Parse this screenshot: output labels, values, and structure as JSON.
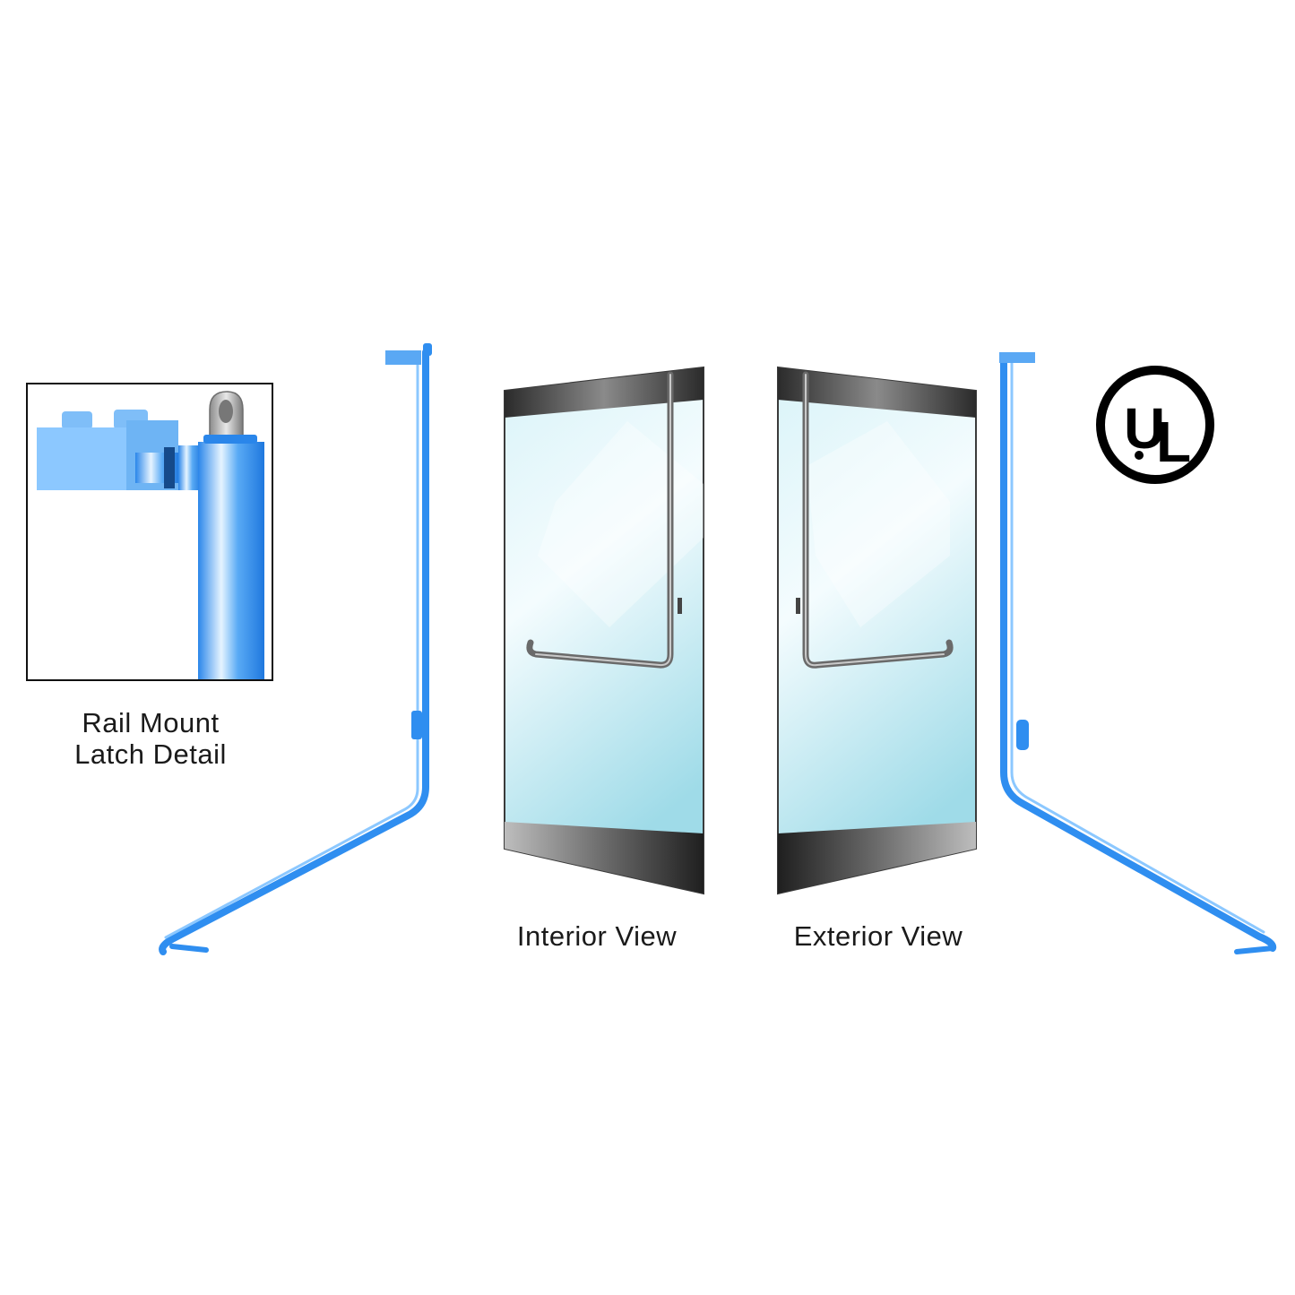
{
  "detail": {
    "label_line1": "Rail Mount",
    "label_line2": "Latch Detail"
  },
  "views": {
    "interior_label": "Interior View",
    "exterior_label": "Exterior View"
  },
  "logo": {
    "text_u": "U",
    "text_l": "L"
  },
  "colors": {
    "rail": "#2f8ef0",
    "rail_light": "#8cc8ff",
    "glass_top": "#d9f3f8",
    "glass_bottom": "#9fdbe8",
    "frame": "#3b3b3b",
    "handle": "#6a6a6a"
  }
}
